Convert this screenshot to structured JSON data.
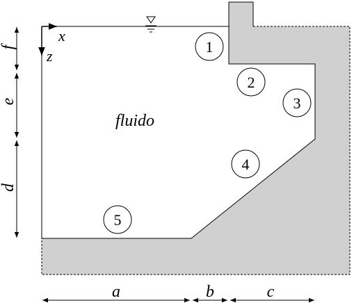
{
  "axes": {
    "x_label": "x",
    "z_label": "z"
  },
  "fluid_label": "fluido",
  "dimensions": {
    "horizontal": [
      "a",
      "b",
      "c"
    ],
    "vertical": [
      "f",
      "e",
      "d"
    ]
  },
  "surface_markers": [
    "1",
    "2",
    "3",
    "4",
    "5"
  ],
  "colors": {
    "wall_fill": "#d0d0d0",
    "stroke": "#000000",
    "background": "#ffffff"
  }
}
